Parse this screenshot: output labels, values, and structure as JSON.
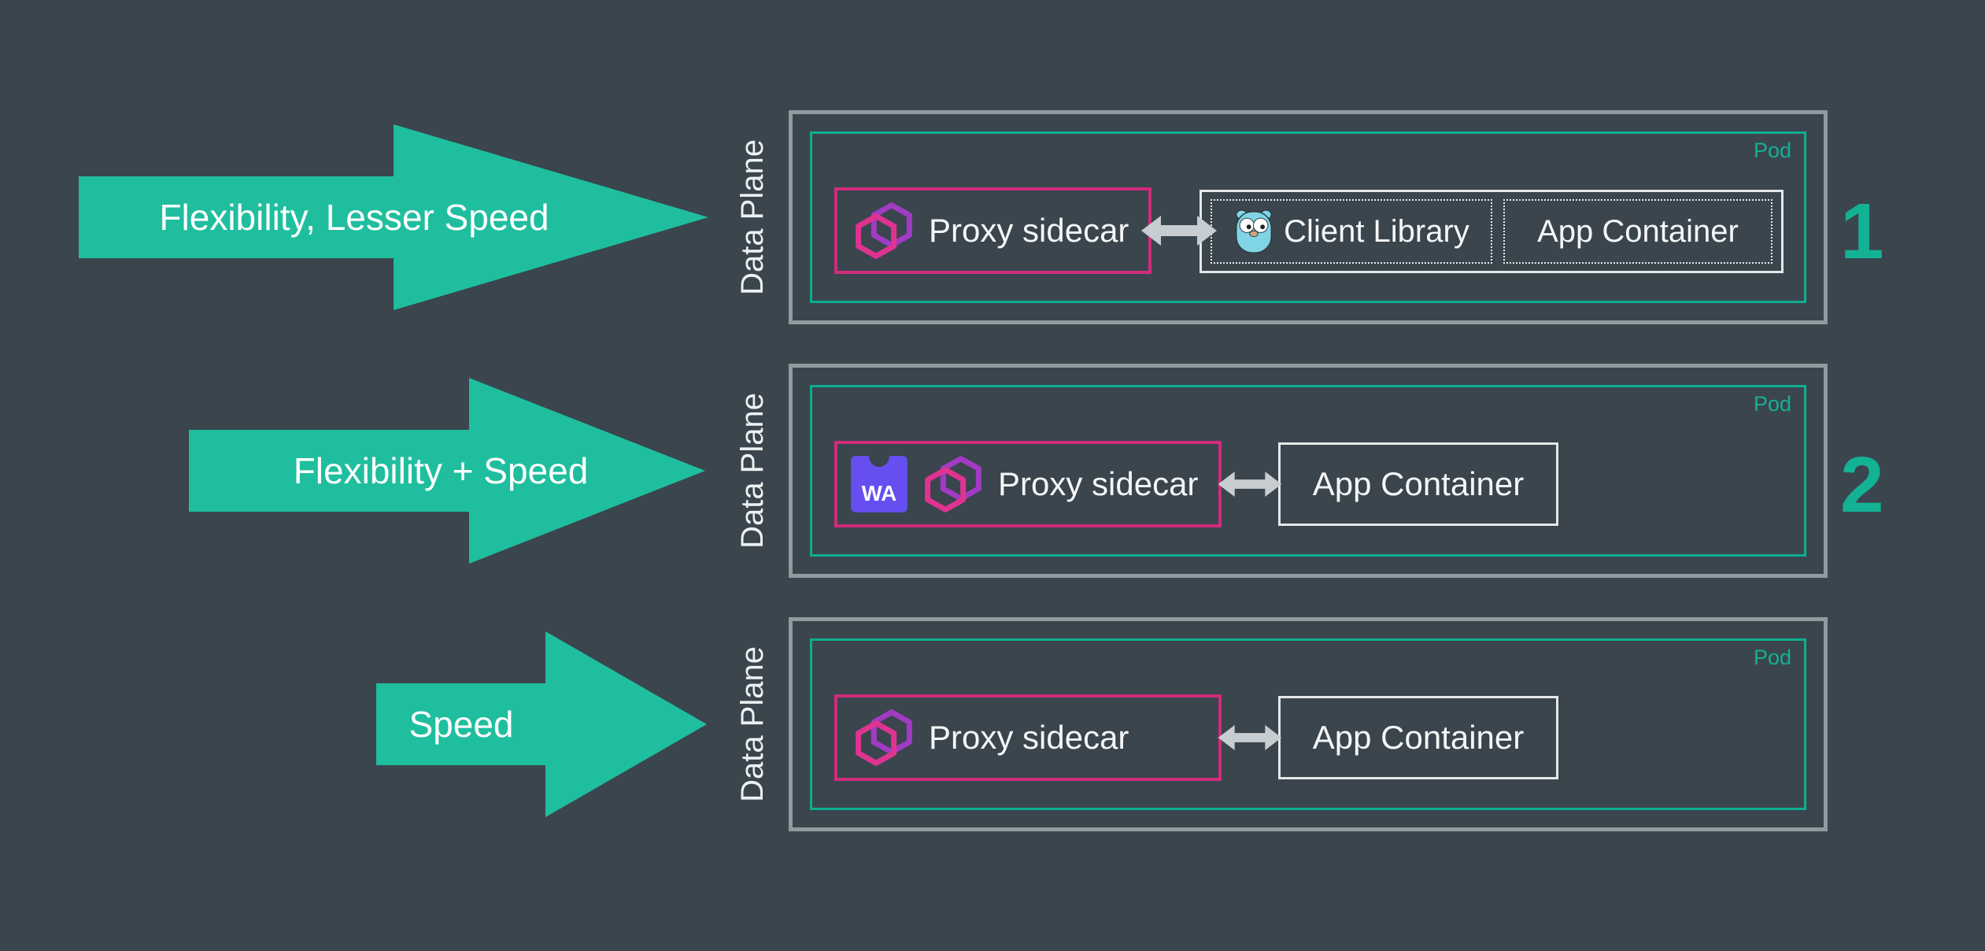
{
  "colors": {
    "background": "#3A454D",
    "arrow_teal": "#1FBE9E",
    "pod_border_teal": "#0EAE90",
    "pod_label_teal": "#15B093",
    "proxy_border_magenta": "#D02C7B",
    "outer_box_gray": "#919A9F",
    "container_border_white": "#E4E8E9",
    "number_teal": "#14B295",
    "wasm_purple": "#654FF0",
    "gopher_blue": "#7FD5E6",
    "text_white": "#F4F6F7"
  },
  "icons": {
    "envoy_logo": "double-hexagon-outline",
    "gopher": "go-gopher",
    "wasm_badge": "webassembly-square",
    "double_arrow": "left-right-arrow"
  },
  "rows": [
    {
      "arrow_label": "Flexibility, Lesser Speed",
      "data_plane_label": "Data Plane",
      "pod_label": "Pod",
      "proxy_label": "Proxy sidecar",
      "client_library_label": "Client Library",
      "app_container_label": "App Container",
      "number": "1"
    },
    {
      "arrow_label": "Flexibility + Speed",
      "data_plane_label": "Data Plane",
      "pod_label": "Pod",
      "wasm_label": "WA",
      "proxy_label": "Proxy sidecar",
      "app_container_label": "App Container",
      "number": "2"
    },
    {
      "arrow_label": "Speed",
      "data_plane_label": "Data Plane",
      "pod_label": "Pod",
      "proxy_label": "Proxy sidecar",
      "app_container_label": "App Container",
      "number": ""
    }
  ]
}
